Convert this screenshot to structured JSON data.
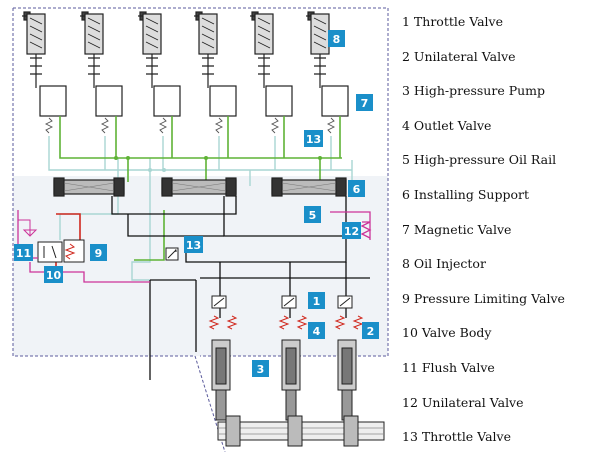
{
  "callouts": [
    "8",
    "7",
    "13",
    "6",
    "5",
    "12",
    "9",
    "11",
    "10",
    "13",
    "1",
    "4",
    "2",
    "3"
  ],
  "legend": [
    "1 Throttle Valve",
    "2 Unilateral Valve",
    "3 High-pressure Pump",
    "4 Outlet Valve",
    "5 High-pressure Oil Rail",
    "6 Installing Support",
    "7 Magnetic Valve",
    "8 Oil Injector",
    "9 Pressure Limiting Valve",
    "10  Valve Body",
    "11 Flush Valve",
    "12 Unilateral Valve",
    "13 Throttle Valve"
  ],
  "colors": {
    "badge": "#1a8fc9",
    "green_line": "#5fb336",
    "red_line": "#d0281e",
    "magenta_line": "#cc3399",
    "light_pipe": "#a9d6d3",
    "dashed_border": "#5b5b9c",
    "lower_panel": "#f0f3f7"
  }
}
